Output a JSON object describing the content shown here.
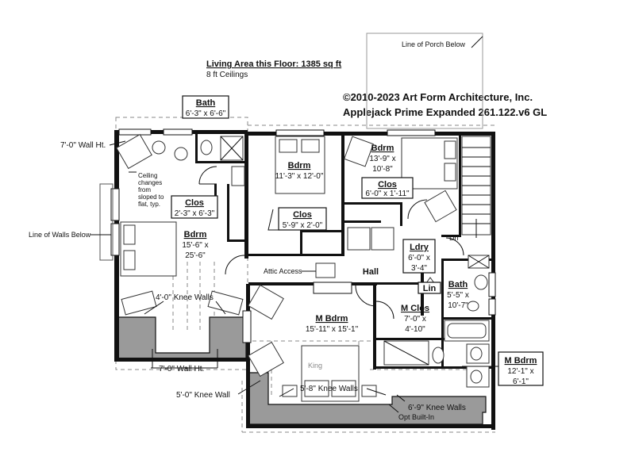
{
  "header": {
    "living_area": "Living Area this Floor: 1385 sq ft",
    "ceilings": "8 ft Ceilings",
    "copyright": "©2010-2023 Art Form Architecture, Inc.",
    "plan_name": "Applejack Prime Expanded 261.122.v6 GL"
  },
  "notes": {
    "porch": "Line of Porch Below",
    "wall_ht_7_top": "7'-0\" Wall Ht.",
    "ceiling_1": "Ceiling",
    "ceiling_2": "changes",
    "ceiling_3": "from",
    "ceiling_4": "sloped to",
    "ceiling_5": "flat, typ.",
    "walls_below": "Line of Walls Below",
    "knee_4": "4'-0\" Knee Walls",
    "wall_ht_7_bottom": "7'-0\" Wall Ht.",
    "knee_5": "5'-0\" Knee Wall",
    "knee_58": "5'-8\" Knee Walls",
    "knee_69": "6'-9\" Knee Walls",
    "built_in": "Opt Built-In",
    "attic": "Attic Access",
    "dn": "Dn",
    "king": "King"
  },
  "rooms": {
    "bath1": {
      "name": "Bath",
      "dims": "6'-3\" x 6'-6\""
    },
    "clos1": {
      "name": "Clos",
      "dims": "2'-3\" x 6'-3\""
    },
    "bdrm1": {
      "name": "Bdrm",
      "dims1": "15'-6\" x",
      "dims2": "25'-6\""
    },
    "bdrm2": {
      "name": "Bdrm",
      "dims": "11'-3\" x 12'-0\""
    },
    "clos2": {
      "name": "Clos",
      "dims": "5'-9\" x 2'-0\""
    },
    "bdrm3": {
      "name": "Bdrm",
      "dims1": "13'-9\" x",
      "dims2": "10'-8\""
    },
    "clos3": {
      "name": "Clos",
      "dims": "6'-0\" x 1'-11\""
    },
    "ldry": {
      "name": "Ldry",
      "dims1": "6'-0\" x",
      "dims2": "3'-4\""
    },
    "hall": {
      "name": "Hall"
    },
    "lin": {
      "name": "Lin"
    },
    "bath2": {
      "name": "Bath",
      "dims1": "5'-5\" x",
      "dims2": "10'-7\""
    },
    "mbdrm": {
      "name": "M Bdrm",
      "dims": "15'-11\" x 15'-1\""
    },
    "mclos": {
      "name": "M Clos",
      "dims1": "7'-0\" x",
      "dims2": "4'-10\""
    },
    "mbath": {
      "name": "M Bdrm",
      "dims1": "12'-1\" x",
      "dims2": "6'-1\""
    }
  }
}
